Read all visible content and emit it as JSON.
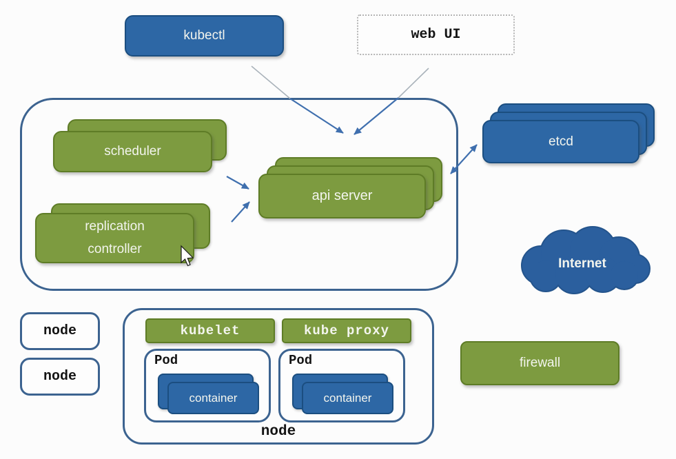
{
  "palette": {
    "bg": "#fcfcfc",
    "blue_fill": "#2d67a5",
    "blue_border": "#1b4e80",
    "green_fill": "#7d9b40",
    "green_border": "#5e7c26",
    "outline": "#3c6390",
    "arrow_blue": "#3f6fae",
    "arrow_gray": "#a9b2ba",
    "dotted": "#b3b3b3",
    "cloud_fill": "#2b5f9e",
    "cloud_edge": "#24548c",
    "text_light": "#f3f5ee",
    "text_dark": "#141414"
  },
  "boxes": {
    "kubectl": {
      "label": "kubectl"
    },
    "web_ui": {
      "label": "web UI"
    },
    "scheduler": {
      "label": "scheduler"
    },
    "replication_controller": {
      "label": "replication\ncontroller"
    },
    "api_server": {
      "label": "api server"
    },
    "etcd": {
      "label": "etcd"
    },
    "internet": {
      "label": "Internet"
    },
    "firewall": {
      "label": "firewall"
    },
    "node_small_1": {
      "label": "node"
    },
    "node_small_2": {
      "label": "node"
    },
    "kubelet": {
      "label": "kubelet"
    },
    "kube_proxy": {
      "label": "kube proxy"
    },
    "pod_1": {
      "label": "Pod",
      "container_label": "container"
    },
    "pod_2": {
      "label": "Pod",
      "container_label": "container"
    },
    "node_main": {
      "label": "node"
    }
  }
}
